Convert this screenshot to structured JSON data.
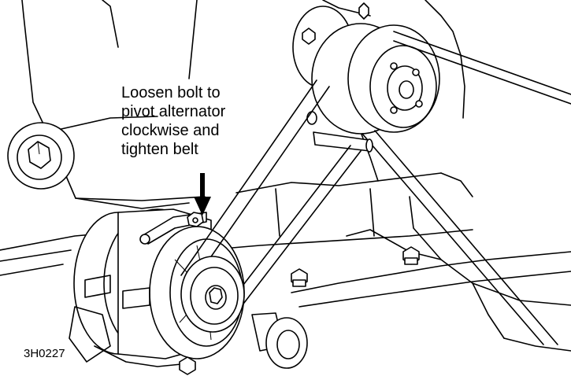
{
  "callout": {
    "lines": [
      "Loosen bolt to",
      "pivot alternator",
      "clockwise and",
      "tighten belt"
    ]
  },
  "figure_id": "3H0227",
  "icons": [
    "down-arrow-icon"
  ]
}
